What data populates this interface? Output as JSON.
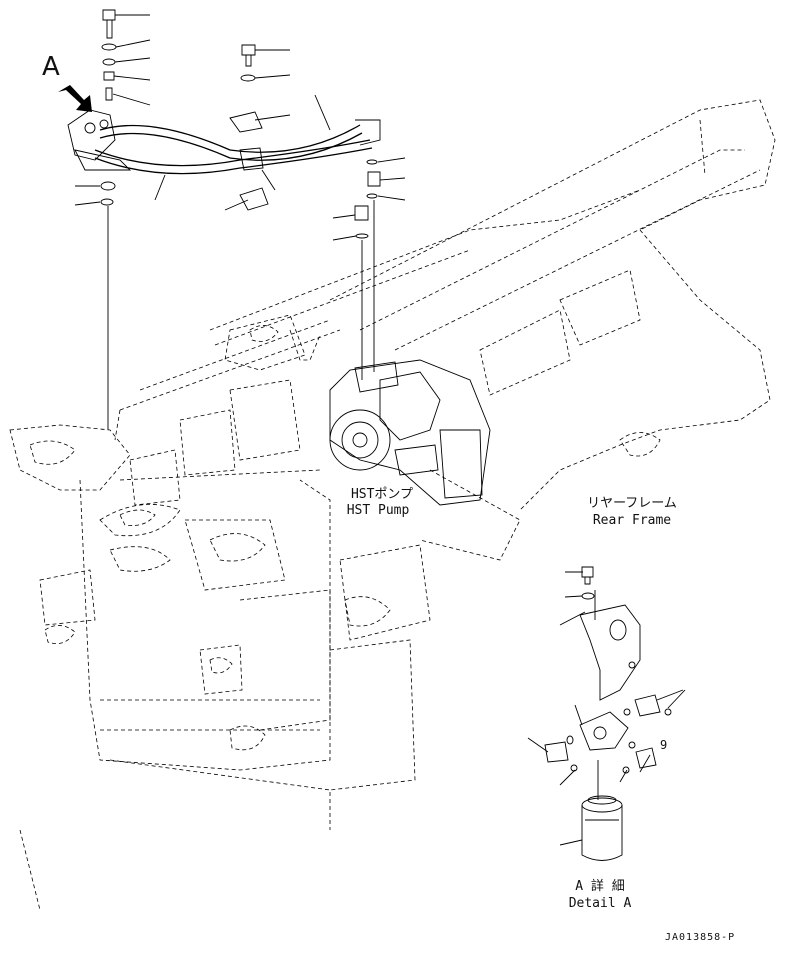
{
  "callout": {
    "view_letter": "A",
    "detail_number": "9"
  },
  "labels": {
    "hst_pump_jp": "HSTポンプ",
    "hst_pump_en": "HST Pump",
    "rear_frame_jp": "リヤーフレーム",
    "rear_frame_en": "Rear Frame",
    "detail_a_jp": "A 詳 細",
    "detail_a_en": "Detail A"
  },
  "drawing_number": "JA013858-P"
}
